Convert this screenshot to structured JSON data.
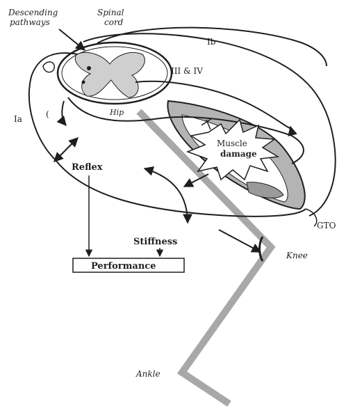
{
  "labels": {
    "descending_pathways_line1": "Descending",
    "descending_pathways_line2": "pathways",
    "spinal_cord_line1": "Spinal",
    "spinal_cord_line2": "cord",
    "ib": "Ib",
    "iii_iv": "III & IV",
    "ia": "Ia",
    "ii": "(",
    "hip": "Hip",
    "muscle_damage_line1": "Muscle",
    "muscle_damage_line2": "damage",
    "reflex": "Reflex",
    "stiffness": "Stiffness",
    "performance": "Performance",
    "gto": "GTO",
    "knee": "Knee",
    "ankle": "Ankle"
  },
  "colors": {
    "line": "#1e1e1e",
    "leg": "#a8a8a8",
    "grey_fill": "#b4b4b4",
    "cord_fill": "#cfcfcf"
  }
}
